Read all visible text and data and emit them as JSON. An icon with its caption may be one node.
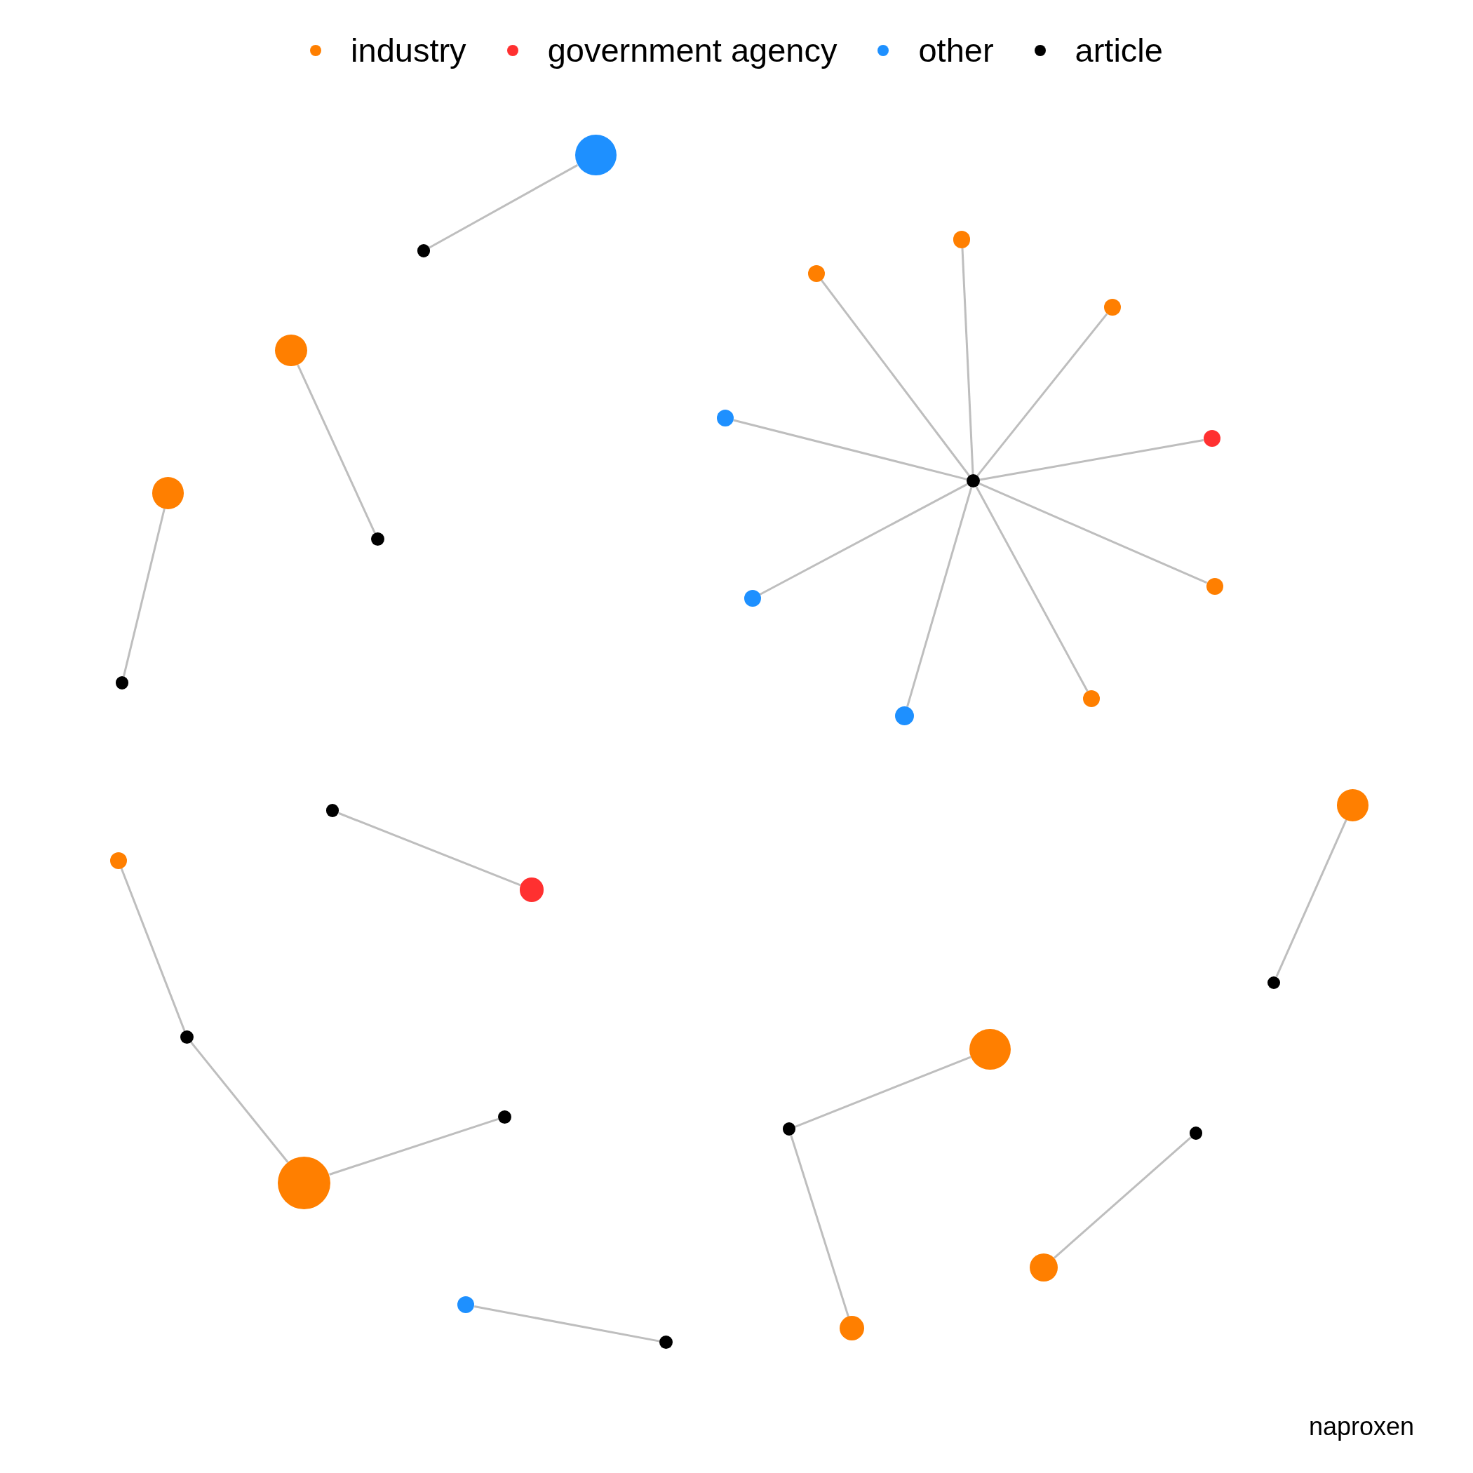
{
  "diagram": {
    "nodes": [
      {
        "text": [],
        "shape": "circle"
      },
      {
        "text": [],
        "shape": "circle"
      },
      {
        "text": [],
        "shape": "circle"
      },
      {
        "text": [],
        "shape": "circle"
      },
      {
        "text": [],
        "shape": "circle"
      },
      {
        "text": [],
        "shape": "circle"
      },
      {
        "text": [],
        "shape": "circle"
      },
      {
        "text": [],
        "shape": "circle"
      },
      {
        "text": [],
        "shape": "circle"
      },
      {
        "text": [],
        "shape": "circle"
      },
      {
        "text": [],
        "shape": "circle"
      },
      {
        "text": [],
        "shape": "circle"
      },
      {
        "text": [],
        "shape": "circle"
      },
      {
        "text": [],
        "shape": "circle"
      },
      {
        "text": [],
        "shape": "circle"
      },
      {
        "text": [],
        "shape": "circle"
      },
      {
        "text": [],
        "shape": "circle"
      },
      {
        "text": [],
        "shape": "circle"
      },
      {
        "text": [],
        "shape": "circle"
      },
      {
        "text": [],
        "shape": "circle"
      },
      {
        "text": [],
        "shape": "circle"
      },
      {
        "text": [],
        "shape": "circle"
      },
      {
        "text": [],
        "shape": "circle"
      },
      {
        "text": [],
        "shape": "circle"
      },
      {
        "text": [],
        "shape": "circle"
      },
      {
        "text": [],
        "shape": "circle"
      },
      {
        "text": [],
        "shape": "circle"
      },
      {
        "text": [],
        "shape": "circle"
      },
      {
        "text": [],
        "shape": "circle"
      },
      {
        "text": [],
        "shape": "circle"
      },
      {
        "text": [],
        "shape": "circle"
      }
    ],
    "edges": [
      {
        "from": 2,
        "to": 0,
        "arrow": "none"
      },
      {
        "from": 8,
        "to": 1,
        "arrow": "none"
      },
      {
        "from": 8,
        "to": 3,
        "arrow": "none"
      },
      {
        "from": 8,
        "to": 4,
        "arrow": "none"
      },
      {
        "from": 8,
        "to": 6,
        "arrow": "none"
      },
      {
        "from": 8,
        "to": 7,
        "arrow": "none"
      },
      {
        "from": 8,
        "to": 11,
        "arrow": "none"
      },
      {
        "from": 8,
        "to": 12,
        "arrow": "none"
      },
      {
        "from": 8,
        "to": 14,
        "arrow": "none"
      },
      {
        "from": 8,
        "to": 15,
        "arrow": "none"
      },
      {
        "from": 10,
        "to": 5,
        "arrow": "none"
      },
      {
        "from": 13,
        "to": 9,
        "arrow": "none"
      },
      {
        "from": 17,
        "to": 19,
        "arrow": "none"
      },
      {
        "from": 20,
        "to": 16,
        "arrow": "none"
      },
      {
        "from": 21,
        "to": 18,
        "arrow": "none"
      },
      {
        "from": 21,
        "to": 26,
        "arrow": "none"
      },
      {
        "from": 23,
        "to": 26,
        "arrow": "none"
      },
      {
        "from": 24,
        "to": 22,
        "arrow": "none"
      },
      {
        "from": 24,
        "to": 29,
        "arrow": "none"
      },
      {
        "from": 25,
        "to": 27,
        "arrow": "none"
      },
      {
        "from": 30,
        "to": 28,
        "arrow": "none"
      }
    ],
    "labels": [
      "naproxen"
    ],
    "legend": [
      {
        "text": "industry",
        "color": "#ff7f00"
      },
      {
        "text": "government agency",
        "color": "#ff3030"
      },
      {
        "text": "other",
        "color": "#1e90ff"
      },
      {
        "text": "article",
        "color": "#000000"
      }
    ]
  }
}
